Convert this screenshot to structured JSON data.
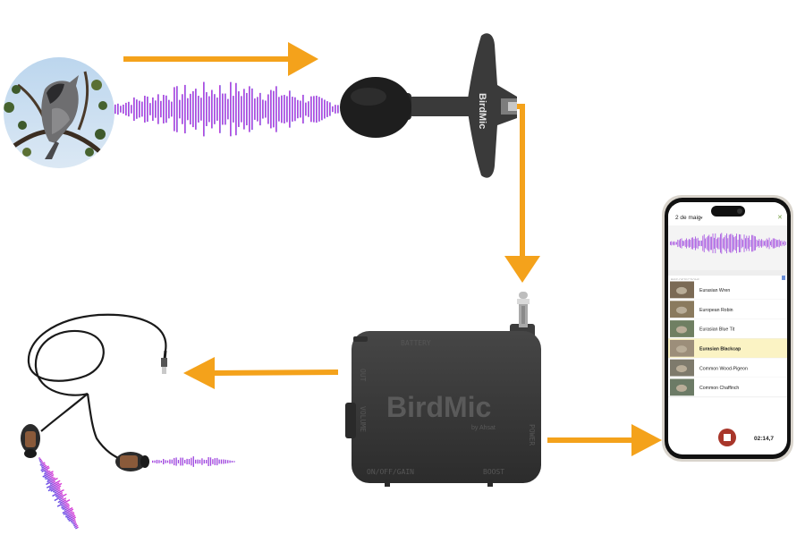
{
  "colors": {
    "arrow": "#f4a21b",
    "wave_start": "#e340d6",
    "wave_end": "#5b4de6",
    "device": "#3a3a3a",
    "device_label": "#5a5a5a",
    "highlight_row": "#fbf3c4",
    "stop_button": "#a8362a"
  },
  "icons": {
    "bird": "bird-photo-icon",
    "microphone": "birdmic-microphone-icon",
    "earphones": "earphones-icon",
    "plug": "audio-jack-plug-icon",
    "phone": "smartphone-icon",
    "stop": "stop-icon"
  },
  "microphone": {
    "brand": "BirdMic"
  },
  "device": {
    "brand": "BirdMic",
    "byline": "by Ahsat",
    "port_top": "BATTERY",
    "port_left": "OUT",
    "port_left2": "VOLUME",
    "port_right": "POWER",
    "port_bottom_left": "ON/OFF/GAIN",
    "port_bottom_right": "BOOST"
  },
  "phone": {
    "date": "2 de maig",
    "section_label": "BIRD DETECTIONS",
    "species": [
      {
        "name": "Eurasian Wren",
        "highlight": false
      },
      {
        "name": "European Robin",
        "highlight": false
      },
      {
        "name": "Eurasian Blue Tit",
        "highlight": false
      },
      {
        "name": "Eurasian Blackcap",
        "highlight": true
      },
      {
        "name": "Common Wood-Pigeon",
        "highlight": false
      },
      {
        "name": "Common Chaffinch",
        "highlight": false
      }
    ],
    "timer": "02:14,7"
  }
}
